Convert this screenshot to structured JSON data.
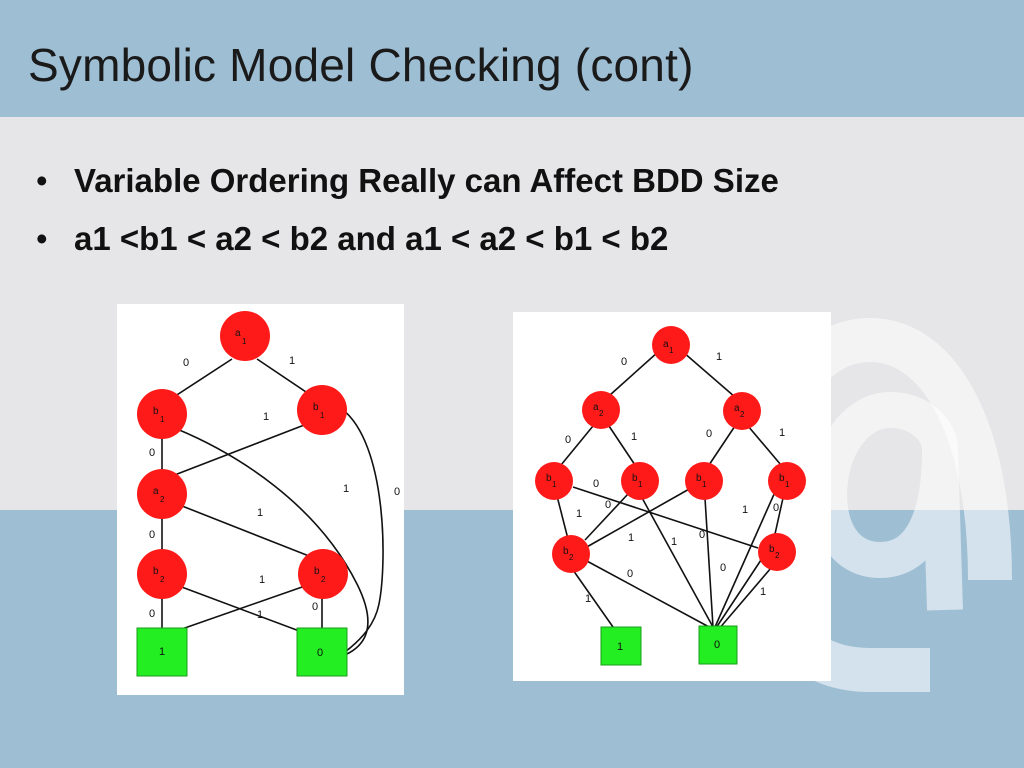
{
  "slide": {
    "title": "Symbolic Model Checking (cont)",
    "bullets": [
      "Variable Ordering Really can Affect BDD Size",
      "a1 <b1 < a2 < b2 and a1 < a2 < b1 < b2"
    ],
    "bullet_glyph": "•"
  },
  "left_bdd": {
    "nodes": {
      "a1": {
        "var": "a",
        "sub": "1"
      },
      "b1L": {
        "var": "b",
        "sub": "1"
      },
      "b1R": {
        "var": "b",
        "sub": "1"
      },
      "a2": {
        "var": "a",
        "sub": "2"
      },
      "b2L": {
        "var": "b",
        "sub": "2"
      },
      "b2R": {
        "var": "b",
        "sub": "2"
      }
    },
    "terminals": {
      "t1": "1",
      "t0": "0"
    },
    "edge_labels": {
      "a1_b1L": "0",
      "a1_b1R": "1",
      "b1L_a2": "0",
      "b1L_t0": "1",
      "b1R_a2": "1",
      "b1R_t0": "0",
      "a2_b2L": "0",
      "a2_b2R": "1",
      "b2L_t1": "0",
      "b2L_t0": "1",
      "b2R_t1": "1",
      "b2R_t0": "0"
    }
  },
  "right_bdd": {
    "nodes": {
      "a1": {
        "var": "a",
        "sub": "1"
      },
      "a2L": {
        "var": "a",
        "sub": "2"
      },
      "a2R": {
        "var": "a",
        "sub": "2"
      },
      "b1a": {
        "var": "b",
        "sub": "1"
      },
      "b1b": {
        "var": "b",
        "sub": "1"
      },
      "b1c": {
        "var": "b",
        "sub": "1"
      },
      "b1d": {
        "var": "b",
        "sub": "1"
      },
      "b2L": {
        "var": "b",
        "sub": "2"
      },
      "b2R": {
        "var": "b",
        "sub": "2"
      }
    },
    "terminals": {
      "t1": "1",
      "t0": "0"
    },
    "edge_labels": {
      "a1_a2L": "0",
      "a1_a2R": "1",
      "a2L_b1a": "0",
      "a2L_b1b": "1",
      "a2R_b1c": "0",
      "a2R_b1d": "1",
      "b1a_b2R": "0",
      "b1a_b2L": "1",
      "b1b_b2L": "0",
      "b1b_t0": "1",
      "b1c_b2L": "1",
      "b1c_t0": "0",
      "b1d_b2R": "0",
      "b1d_t0": "1",
      "b2L_t0": "0",
      "b2L_t1": "1",
      "b2R_t0": "0",
      "b2R_t1": "1"
    }
  }
}
